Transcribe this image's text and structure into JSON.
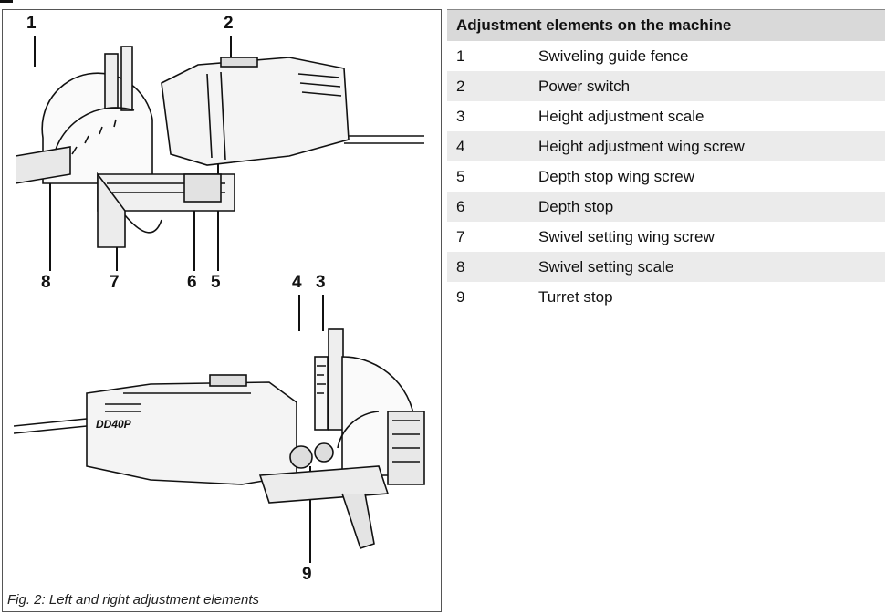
{
  "figure": {
    "caption": "Fig. 2: Left and right adjustment elements",
    "top_callouts": [
      "1",
      "2"
    ],
    "mid_callouts": [
      "8",
      "7",
      "6",
      "5",
      "4",
      "3"
    ],
    "bottom_callout": "9",
    "model_label": "DD40P"
  },
  "table": {
    "header": "Adjustment elements on the machine",
    "rows": [
      {
        "num": "1",
        "desc": "Swiveling guide fence"
      },
      {
        "num": "2",
        "desc": "Power switch"
      },
      {
        "num": "3",
        "desc": "Height adjustment scale"
      },
      {
        "num": "4",
        "desc": "Height adjustment wing screw"
      },
      {
        "num": "5",
        "desc": "Depth stop wing screw"
      },
      {
        "num": "6",
        "desc": "Depth stop"
      },
      {
        "num": "7",
        "desc": "Swivel setting wing screw"
      },
      {
        "num": "8",
        "desc": "Swivel setting scale"
      },
      {
        "num": "9",
        "desc": "Turret stop"
      }
    ]
  }
}
